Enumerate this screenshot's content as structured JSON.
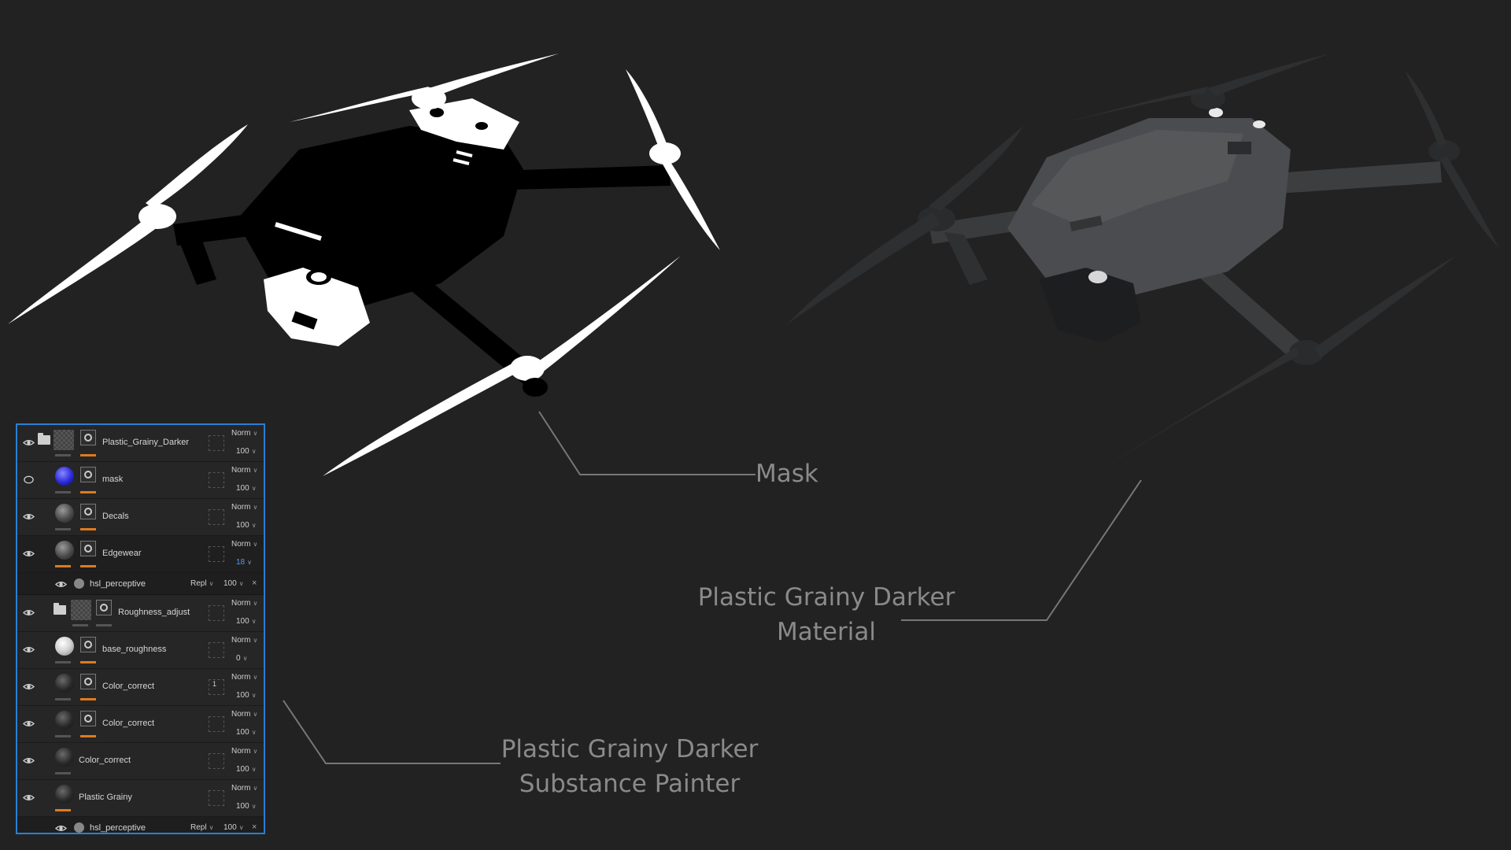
{
  "captions": {
    "mask": "Mask",
    "material_line1": "Plastic Grainy Darker",
    "material_line2": "Material",
    "sp_line1": "Plastic Grainy Darker",
    "sp_line2": "Substance Painter"
  },
  "colors": {
    "background": "#222222",
    "panel_border": "#2a7fd4",
    "accent_orange": "#e07a1f",
    "caption_gray": "#8a8a8a",
    "leader_line": "#777777"
  },
  "icons": {
    "eye": "eye-icon",
    "eye_hidden": "eye-closed-icon",
    "folder": "folder-icon",
    "mask": "mask-icon",
    "substance_filter": "substance-filter-icon",
    "close": "close-icon",
    "dropdown": "chevron-down-icon"
  },
  "layers": [
    {
      "name": "Plastic_Grainy_Darker",
      "blend": "Norm",
      "opacity": "100",
      "visible": true,
      "type": "folder-fill"
    },
    {
      "name": "mask",
      "blend": "Norm",
      "opacity": "100",
      "visible": false,
      "type": "fill-blue"
    },
    {
      "name": "Decals",
      "blend": "Norm",
      "opacity": "100",
      "visible": true,
      "type": "fill"
    },
    {
      "name": "Edgewear",
      "blend": "Norm",
      "opacity": "18",
      "visible": true,
      "type": "fill",
      "selected": true,
      "filter": {
        "name": "hsl_perceptive",
        "blend": "Repl",
        "opacity": "100"
      }
    },
    {
      "name": "Roughness_adjust",
      "blend": "Norm",
      "opacity": "100",
      "visible": true,
      "type": "folder"
    },
    {
      "name": "base_roughness",
      "blend": "Norm",
      "opacity": "0",
      "visible": true,
      "type": "fill-white"
    },
    {
      "name": "Color_correct",
      "blend": "Norm",
      "opacity": "100",
      "visible": true,
      "type": "fill-dark",
      "slot_count": "1"
    },
    {
      "name": "Color_correct",
      "blend": "Norm",
      "opacity": "100",
      "visible": true,
      "type": "fill-dark"
    },
    {
      "name": "Color_correct",
      "blend": "Norm",
      "opacity": "100",
      "visible": true,
      "type": "plain"
    },
    {
      "name": "Plastic Grainy",
      "blend": "Norm",
      "opacity": "100",
      "visible": true,
      "type": "plain",
      "filter": {
        "name": "hsl_perceptive",
        "blend": "Repl",
        "opacity": "100"
      }
    }
  ]
}
